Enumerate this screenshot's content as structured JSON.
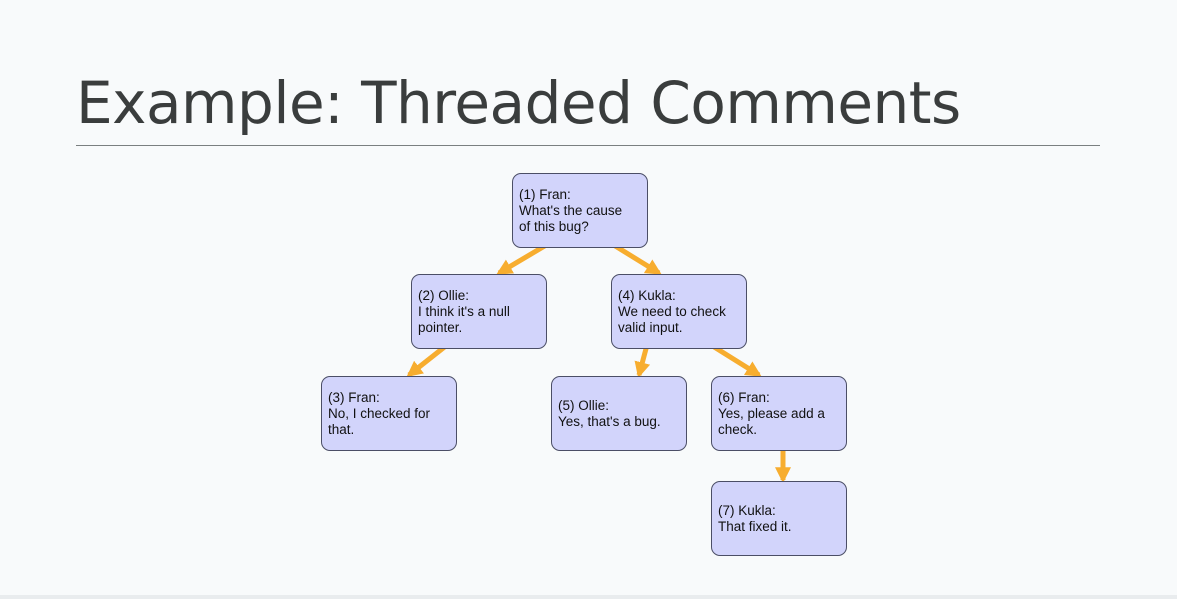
{
  "slide": {
    "title": "Example: Threaded Comments"
  },
  "colors": {
    "node_fill": "#d2d4fb",
    "node_border": "#4b4e66",
    "arrow": "#f7ad2f",
    "rule": "#7a7f80"
  },
  "tree": {
    "nodes": [
      {
        "id": 1,
        "header": "(1) Fran:",
        "body": [
          "What's the cause",
          "of this bug?"
        ]
      },
      {
        "id": 2,
        "header": "(2) Ollie:",
        "body": [
          "I think it's a null",
          "pointer."
        ]
      },
      {
        "id": 3,
        "header": "(3) Fran:",
        "body": [
          "No, I checked for",
          "that."
        ]
      },
      {
        "id": 4,
        "header": "(4) Kukla:",
        "body": [
          "We need to check",
          "valid input."
        ]
      },
      {
        "id": 5,
        "header": "(5) Ollie:",
        "body": [
          "Yes, that's a bug."
        ]
      },
      {
        "id": 6,
        "header": "(6) Fran:",
        "body": [
          "Yes, please add a",
          "check."
        ]
      },
      {
        "id": 7,
        "header": "(7) Kukla:",
        "body": [
          "That fixed it."
        ]
      }
    ],
    "edges": [
      {
        "from": 1,
        "to": 2
      },
      {
        "from": 1,
        "to": 4
      },
      {
        "from": 2,
        "to": 3
      },
      {
        "from": 4,
        "to": 5
      },
      {
        "from": 4,
        "to": 6
      },
      {
        "from": 6,
        "to": 7
      }
    ]
  }
}
